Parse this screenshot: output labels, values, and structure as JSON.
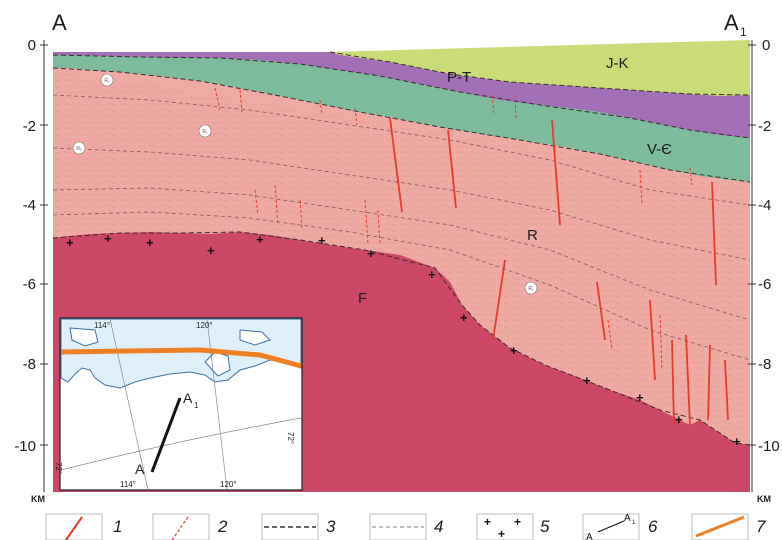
{
  "section": {
    "start_label": "A",
    "end_label": "A",
    "end_label_sub": "1",
    "depth_axis": {
      "ticks": [
        "0",
        "-2",
        "-4",
        "-6",
        "-8",
        "-10"
      ],
      "unit": "KM"
    },
    "units": {
      "jk": "J-K",
      "pt": "P-T",
      "vc": "V-Є",
      "r": "R",
      "f": "F"
    },
    "circle_marks": [
      "R₁",
      "R₁",
      "R₁",
      "R₁"
    ]
  },
  "inset": {
    "lon_top": [
      "114°",
      "120°"
    ],
    "lon_bottom": [
      "114°",
      "120°"
    ],
    "lat": "72°",
    "point_start": "A",
    "point_end": "A",
    "point_end_sub": "1"
  },
  "legend": {
    "items": [
      "1",
      "2",
      "3",
      "4",
      "5",
      "6",
      "7"
    ],
    "sym6_start": "A",
    "sym6_end": "A",
    "sym6_end_sub": "1"
  },
  "colors": {
    "jk": "#c9dc78",
    "pt": "#a370b7",
    "vc": "#7dbb9d",
    "r": "#efaaa4",
    "f": "#cc4766",
    "fault": "#e53c2b",
    "sea": "#dff0fb",
    "coast": "#3e6fa5",
    "line7": "#f07f24"
  }
}
